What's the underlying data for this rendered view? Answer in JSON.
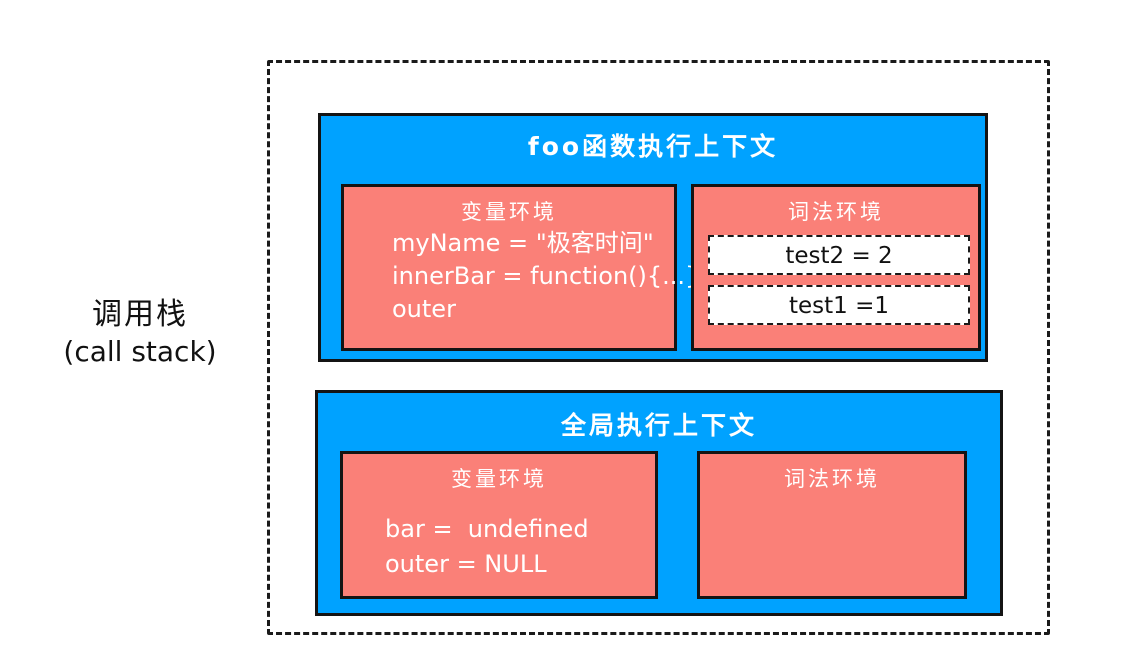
{
  "call_stack_label": {
    "chinese": "调用栈",
    "english": "(call stack)"
  },
  "colors": {
    "context_blue": "#00A2FF",
    "environment_salmon": "#FA8078",
    "binding_white": "#FFFFFF",
    "stroke_black": "#141414",
    "text_white": "#FFFFFF",
    "text_black": "#111111"
  },
  "contexts": [
    {
      "id": "foo",
      "title": "foo函数执行上下文",
      "variable_environment": {
        "title": "变量环境",
        "lines": [
          "myName = \"极客时间\"",
          "innerBar = function(){...}",
          "outer"
        ]
      },
      "lexical_environment": {
        "title": "词法环境",
        "bindings": [
          "test2 = 2",
          "test1 =1"
        ]
      }
    },
    {
      "id": "global",
      "title": "全局执行上下文",
      "variable_environment": {
        "title": "变量环境",
        "lines": [
          "bar =  undefined",
          "outer = NULL"
        ]
      },
      "lexical_environment": {
        "title": "词法环境",
        "bindings": []
      }
    }
  ]
}
